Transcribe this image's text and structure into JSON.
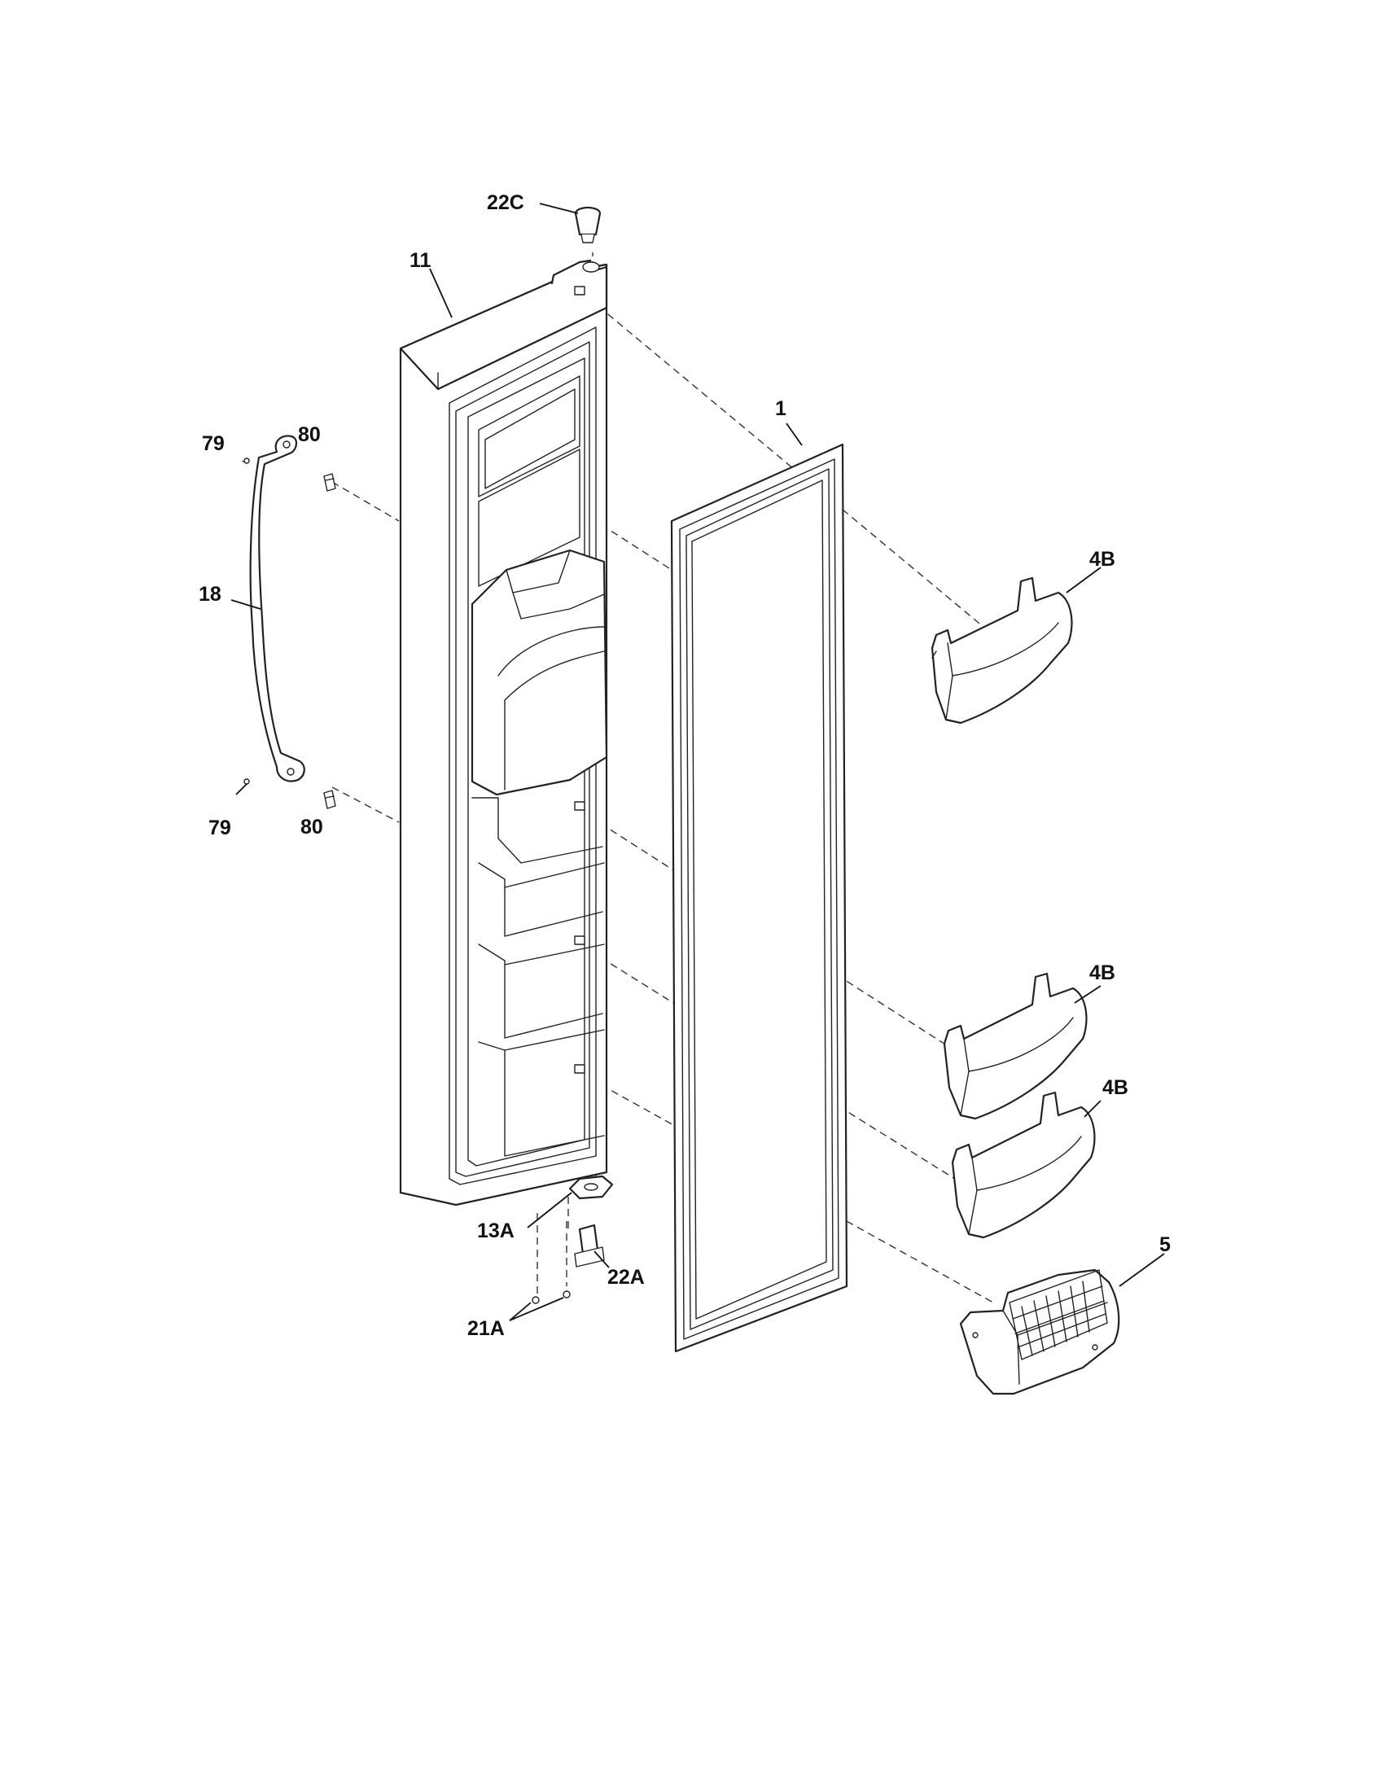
{
  "diagram": {
    "callouts": {
      "c22C": "22C",
      "c11": "11",
      "c1": "1",
      "c79_top": "79",
      "c80_top": "80",
      "c18": "18",
      "c79_bottom": "79",
      "c80_bottom": "80",
      "c4B_top": "4B",
      "c4B_mid": "4B",
      "c4B_low": "4B",
      "c5": "5",
      "c13A": "13A",
      "c22A": "22A",
      "c21A": "21A"
    }
  }
}
